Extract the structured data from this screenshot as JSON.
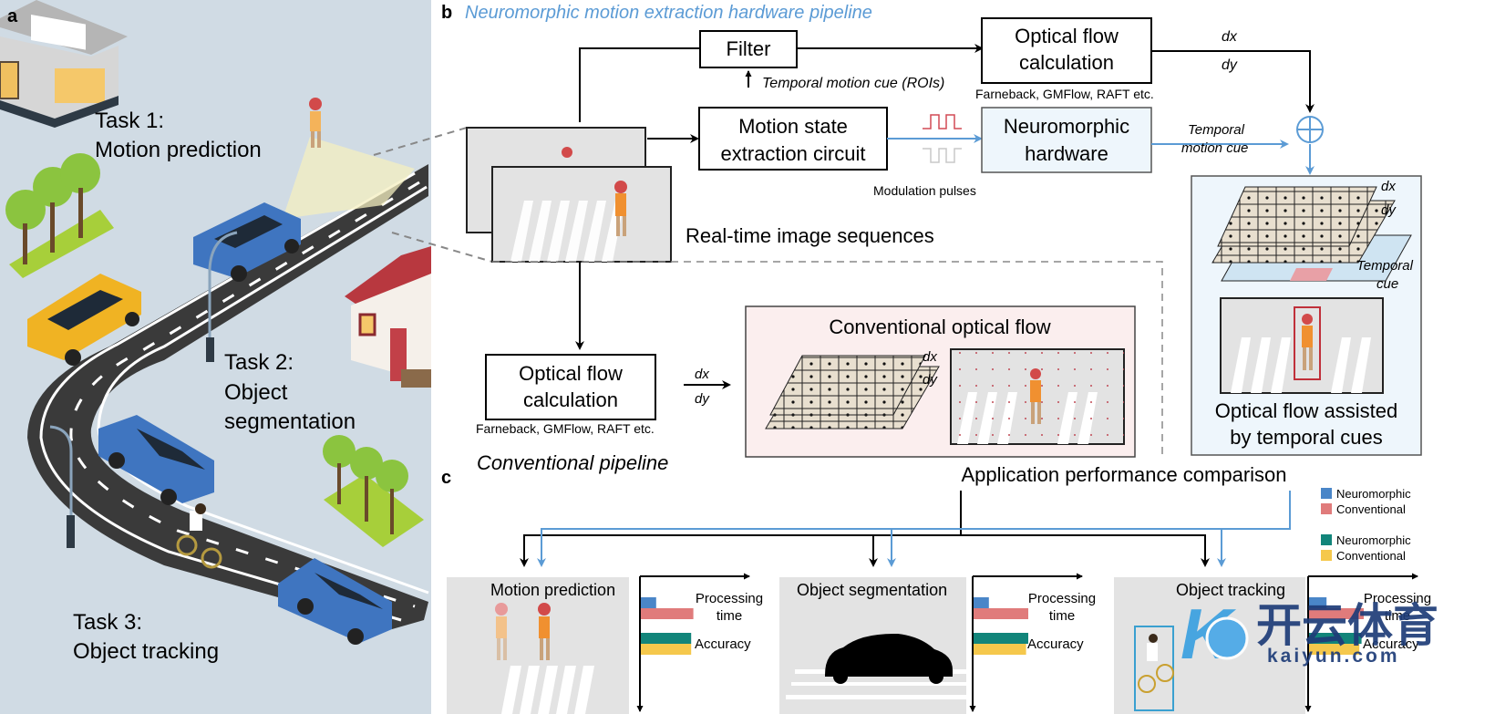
{
  "panel_a": {
    "label": "a",
    "tasks": [
      {
        "line1": "Task 1:",
        "line2": "Motion prediction",
        "line3": ""
      },
      {
        "line1": "Task 2:",
        "line2": "Object",
        "line3": "segmentation"
      },
      {
        "line1": "Task 3:",
        "line2": "Object tracking",
        "line3": ""
      }
    ]
  },
  "panel_b": {
    "label": "b",
    "title": "Neuromorphic motion extraction hardware pipeline",
    "filter": "Filter",
    "temporal_roi": "Temporal motion cue (ROIs)",
    "ofc_top": {
      "line1": "Optical flow",
      "line2": "calculation",
      "methods": "Farneback, GMFlow, RAFT etc."
    },
    "motion_state": {
      "line1": "Motion state",
      "line2": "extraction circuit"
    },
    "modulation": "Modulation pulses",
    "neuromorphic_hw": {
      "line1": "Neuromorphic",
      "line2": "hardware"
    },
    "temporal_cue_arrow": {
      "line1": "Temporal",
      "line2": "motion cue"
    },
    "dx": "dx",
    "dy": "dy",
    "image_seq": "Real-time image sequences",
    "assisted": {
      "line1": "Optical flow assisted",
      "line2": "by temporal cues",
      "temporal": "Temporal",
      "cue": "cue"
    },
    "ofc_bottom": {
      "line1": "Optical flow",
      "line2": "calculation",
      "methods": "Farneback, GMFlow, RAFT etc."
    },
    "conventional_flow": "Conventional optical flow",
    "conventional_pipeline": "Conventional pipeline"
  },
  "panel_c": {
    "label": "c",
    "title": "Application performance comparison",
    "legend": [
      {
        "label": "Neuromorphic",
        "color": "#4a86c8"
      },
      {
        "label": "Conventional",
        "color": "#e07b7b"
      },
      {
        "label": "Neuromorphic",
        "color": "#12857a"
      },
      {
        "label": "Conventional",
        "color": "#f5c84c"
      }
    ],
    "processing_label": {
      "line1": "Processing",
      "line2": "time"
    },
    "accuracy_label": "Accuracy"
  },
  "colors": {
    "scene_bg": "#d0dbe4",
    "accent_blue": "#5b9bd5",
    "hw_box": "#eef6fc",
    "conv_box": "#fbeeee",
    "frame_gray": "#e3e3e3",
    "road": "#3a3a3a"
  },
  "chart_data": [
    {
      "type": "bar",
      "title": "Motion prediction",
      "categories": [
        "Processing time",
        "Accuracy"
      ],
      "series": [
        {
          "name": "Neuromorphic",
          "values": [
            0.14,
            0.46
          ]
        },
        {
          "name": "Conventional",
          "values": [
            0.48,
            0.46
          ]
        }
      ],
      "xlabel": "",
      "ylabel": "",
      "xlim": [
        0,
        1
      ],
      "orientation": "horizontal"
    },
    {
      "type": "bar",
      "title": "Object segmentation",
      "categories": [
        "Processing time",
        "Accuracy"
      ],
      "series": [
        {
          "name": "Neuromorphic",
          "values": [
            0.14,
            0.5
          ]
        },
        {
          "name": "Conventional",
          "values": [
            0.5,
            0.48
          ]
        }
      ],
      "xlabel": "",
      "ylabel": "",
      "xlim": [
        0,
        1
      ],
      "orientation": "horizontal"
    },
    {
      "type": "bar",
      "title": "Object tracking",
      "categories": [
        "Processing time",
        "Accuracy"
      ],
      "series": [
        {
          "name": "Neuromorphic",
          "values": [
            0.16,
            0.48
          ]
        },
        {
          "name": "Conventional",
          "values": [
            0.5,
            0.46
          ]
        }
      ],
      "xlabel": "",
      "ylabel": "",
      "xlim": [
        0,
        1
      ],
      "orientation": "horizontal"
    }
  ],
  "watermark": {
    "cn": "开云体育",
    "url": "kaiyun.com"
  }
}
